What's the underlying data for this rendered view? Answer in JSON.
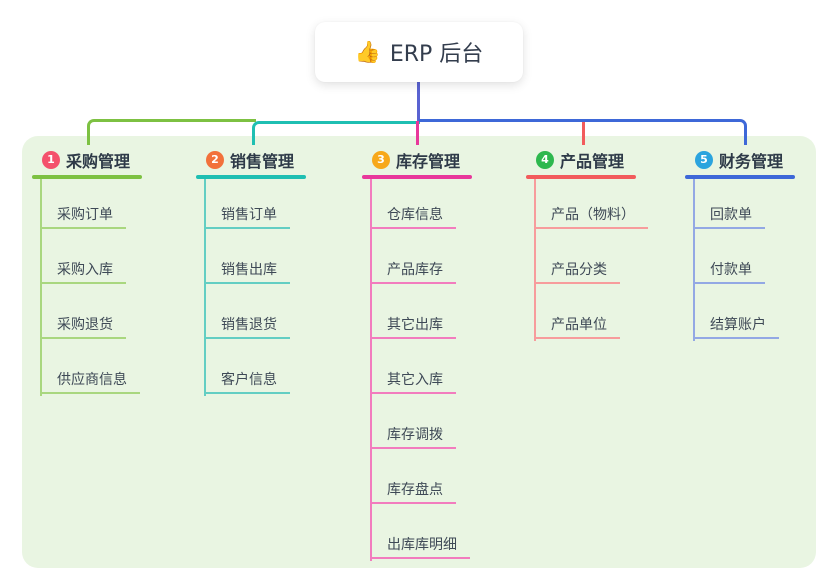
{
  "root": {
    "icon": "👍",
    "label": "ERP 后台"
  },
  "colors": {
    "canvas_bg": "#e9f5e2",
    "root_line": "#5a63d2",
    "root_text": "#333d4d",
    "title_text": "#2e3a48",
    "item_text": "#3e4956"
  },
  "branches": [
    {
      "num": "1",
      "title": "采购管理",
      "badge_color": "#f4516c",
      "line_color": "#7dc142",
      "subline_color": "#a9d77f",
      "items": [
        "采购订单",
        "采购入库",
        "采购退货",
        "供应商信息"
      ]
    },
    {
      "num": "2",
      "title": "销售管理",
      "badge_color": "#f2713b",
      "line_color": "#1fbfb2",
      "subline_color": "#63cec3",
      "items": [
        "销售订单",
        "销售出库",
        "销售退货",
        "客户信息"
      ]
    },
    {
      "num": "3",
      "title": "库存管理",
      "badge_color": "#f7a81a",
      "line_color": "#e8389b",
      "subline_color": "#f27cbe",
      "items": [
        "仓库信息",
        "产品库存",
        "其它出库",
        "其它入库",
        "库存调拨",
        "库存盘点",
        "出库库明细"
      ]
    },
    {
      "num": "4",
      "title": "产品管理",
      "badge_color": "#2eb84e",
      "line_color": "#f25b5c",
      "subline_color": "#f79c9c",
      "items": [
        "产品（物料）",
        "产品分类",
        "产品单位"
      ]
    },
    {
      "num": "5",
      "title": "财务管理",
      "badge_color": "#2ba4de",
      "line_color": "#3e68d8",
      "subline_color": "#93a8e4",
      "items": [
        "回款单",
        "付款单",
        "结算账户"
      ]
    }
  ]
}
